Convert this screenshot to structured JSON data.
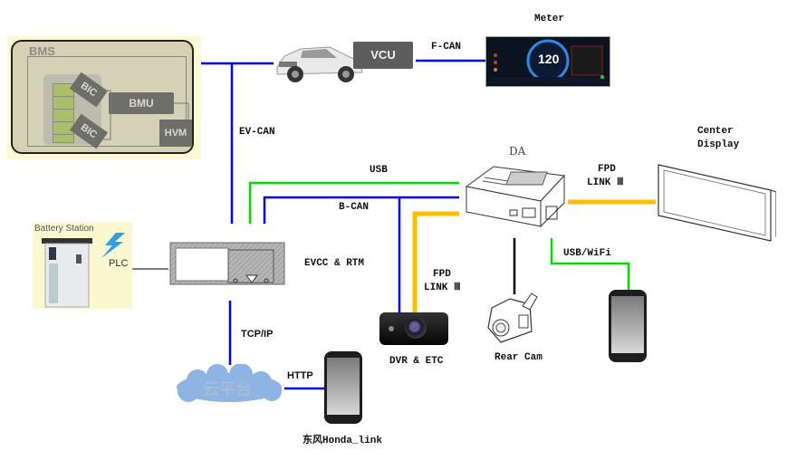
{
  "diagram": {
    "nodes": {
      "bms": {
        "title": "BMS",
        "components": [
          "BIC",
          "BIC",
          "BMU",
          "HVM"
        ]
      },
      "vcu": "VCU",
      "meter": {
        "label": "Meter",
        "speed": "120"
      },
      "center_display": {
        "label_line1": "Center",
        "label_line2": "Display"
      },
      "da": "DA",
      "battery_station": "Battery Station",
      "evcc": "EVCC & RTM",
      "dvr": "DVR & ETC",
      "rear_cam": "Rear Cam",
      "cloud": "云平台",
      "honda_link": "东风Honda_link"
    },
    "links": {
      "ev_can": "EV-CAN",
      "f_can": "F-CAN",
      "usb": "USB",
      "b_can": "B-CAN",
      "fpd_da_display": {
        "line1": "FPD",
        "line2": "LINK Ⅲ"
      },
      "fpd_dvr": {
        "line1": "FPD",
        "line2": "LINK Ⅲ"
      },
      "usb_wifi": "USB/WiFi",
      "plc": "PLC",
      "tcp_ip": "TCP/IP",
      "http": "HTTP"
    },
    "colors": {
      "can": "#0000ff",
      "usb": "#00e000",
      "fpd": "#ffbf00",
      "video": "#000000",
      "plc": "#555555"
    }
  }
}
